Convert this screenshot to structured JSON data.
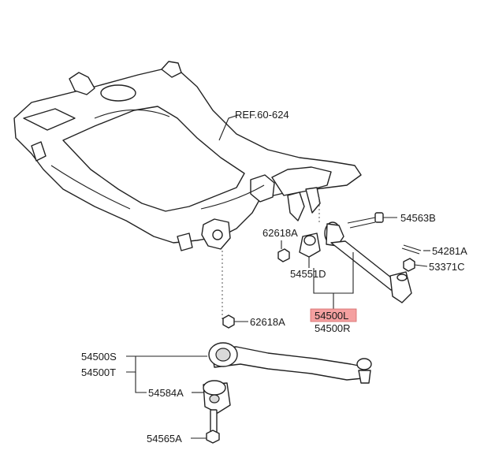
{
  "diagram": {
    "ref_label": "REF.60-624",
    "parts": {
      "p54563B": "54563B",
      "p54281A": "54281A",
      "p53371C": "53371C",
      "p62618A_upper": "62618A",
      "p54551D": "54551D",
      "p54500L": "54500L",
      "p54500R": "54500R",
      "p62618A_lower": "62618A",
      "p54500S": "54500S",
      "p54500T": "54500T",
      "p54584A": "54584A",
      "p54565A": "54565A"
    },
    "highlight_color": "#f4a0a0"
  }
}
